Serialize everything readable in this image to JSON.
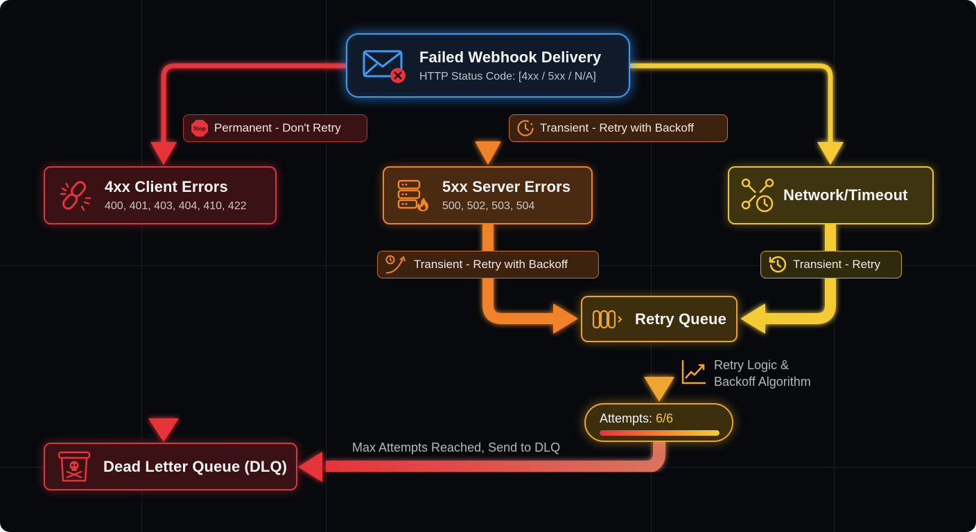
{
  "colors": {
    "background": "#07090d",
    "permanent_red": "#e5343b",
    "transient_orange": "#f0832b",
    "network_yellow": "#f2cb36",
    "source_blue": "#3f9bf0",
    "retry_amber": "#f0a532"
  },
  "source": {
    "title": "Failed Webhook Delivery",
    "subtitle": "HTTP Status Code: [4xx / 5xx / N/A]",
    "icon": "envelope-error-icon"
  },
  "branches": {
    "client": {
      "edge_label": "Permanent - Don't Retry",
      "edge_icon": "stop-sign-icon",
      "stop_text": "Stop",
      "title": "4xx Client Errors",
      "codes": "400, 401, 403, 404, 410, 422",
      "icon": "broken-link-icon"
    },
    "server": {
      "edge_label": "Transient - Retry with Backoff",
      "edge_icon": "clock-icon",
      "title": "5xx Server Errors",
      "codes": "500, 502, 503, 504",
      "icon": "server-fire-icon",
      "out_label": "Transient - Retry with Backoff",
      "out_icon": "backoff-curve-icon"
    },
    "network": {
      "title": "Network/Timeout",
      "icon": "network-clock-icon",
      "out_label": "Transient - Retry",
      "out_icon": "history-icon"
    }
  },
  "retry_queue": {
    "title": "Retry Queue",
    "icon": "queue-icon",
    "logic_label_line1": "Retry Logic &",
    "logic_label_line2": "Backoff Algorithm",
    "logic_icon": "trend-chart-icon"
  },
  "attempts": {
    "label": "Attempts:",
    "value_text": "6/6",
    "current": 6,
    "max": 6
  },
  "dlq": {
    "title": "Dead Letter Queue (DLQ)",
    "icon": "skull-bin-icon",
    "edge_label": "Max Attempts Reached, Send to DLQ"
  }
}
